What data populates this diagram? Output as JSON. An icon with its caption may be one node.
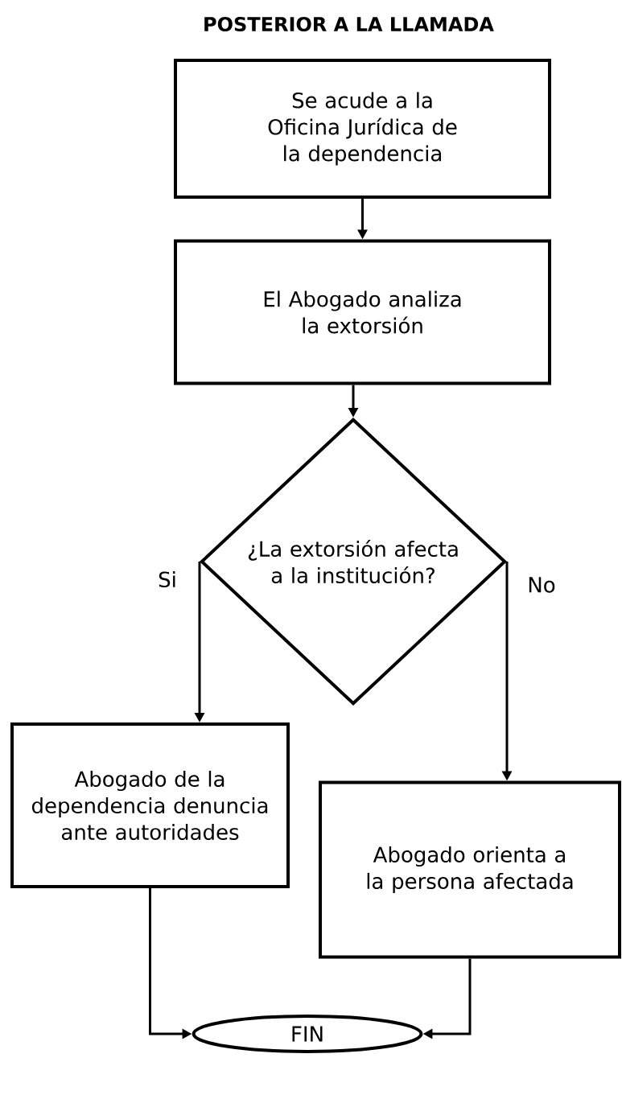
{
  "diagram": {
    "title": "POSTERIOR A LA LLAMADA",
    "nodes": [
      {
        "text": [
          "Se acude a la Oficina Jurídica de la dependencia"
        ]
      },
      {
        "text": [
          "El Abogado analiza la extorsión"
        ]
      },
      {
        "text": [
          "¿La extorsión afecta a la institución?"
        ]
      },
      {
        "text": [
          "Abogado de la dependencia denuncia ante autoridades"
        ]
      },
      {
        "text": [
          "Abogado orienta a la persona afectada"
        ]
      },
      {
        "text": [
          "FIN"
        ]
      }
    ],
    "edges": [
      {
        "from": 0,
        "to": 1,
        "arrow": "to"
      },
      {
        "from": 1,
        "to": 2,
        "arrow": "to"
      },
      {
        "from": 2,
        "to": 3,
        "arrow": "to",
        "label": "Si"
      },
      {
        "from": 2,
        "to": 4,
        "arrow": "to",
        "label": "No"
      },
      {
        "from": 3,
        "to": 5,
        "arrow": "to"
      },
      {
        "from": 4,
        "to": 5,
        "arrow": "to"
      }
    ]
  }
}
